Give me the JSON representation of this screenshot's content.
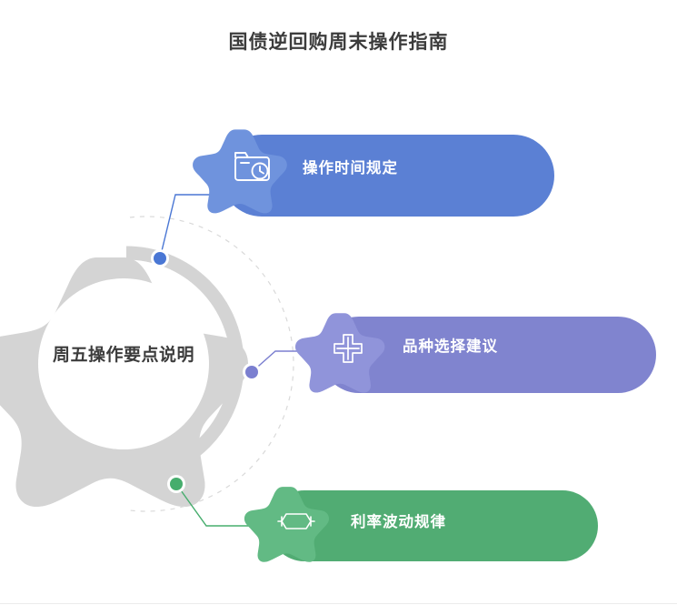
{
  "header": {
    "title": "国债逆回购周末操作指南"
  },
  "hub": {
    "label": "周五操作要点说明",
    "ring_color": "#d4d4d4",
    "star_color": "#d4d4d4",
    "dashed_color": "#d9d9d9"
  },
  "items": [
    {
      "id": "operation-time-rules",
      "label": "操作时间规定",
      "icon": "folder-clock-icon",
      "color": "#5b80d4",
      "star_color": "#6f93dd",
      "dot_color": "#4a77d4",
      "connector_color": "#4a77d4"
    },
    {
      "id": "product-selection-advice",
      "label": "品种选择建议",
      "icon": "cross-plus-icon",
      "color": "#8084cf",
      "star_color": "#9094da",
      "dot_color": "#7b7fd0",
      "connector_color": "#7b7fd0"
    },
    {
      "id": "rate-fluctuation-pattern",
      "label": "利率波动规律",
      "icon": "capsule-bracket-icon",
      "color": "#51ac73",
      "star_color": "#62ba84",
      "dot_color": "#46ad6d",
      "connector_color": "#46ad6d"
    }
  ]
}
